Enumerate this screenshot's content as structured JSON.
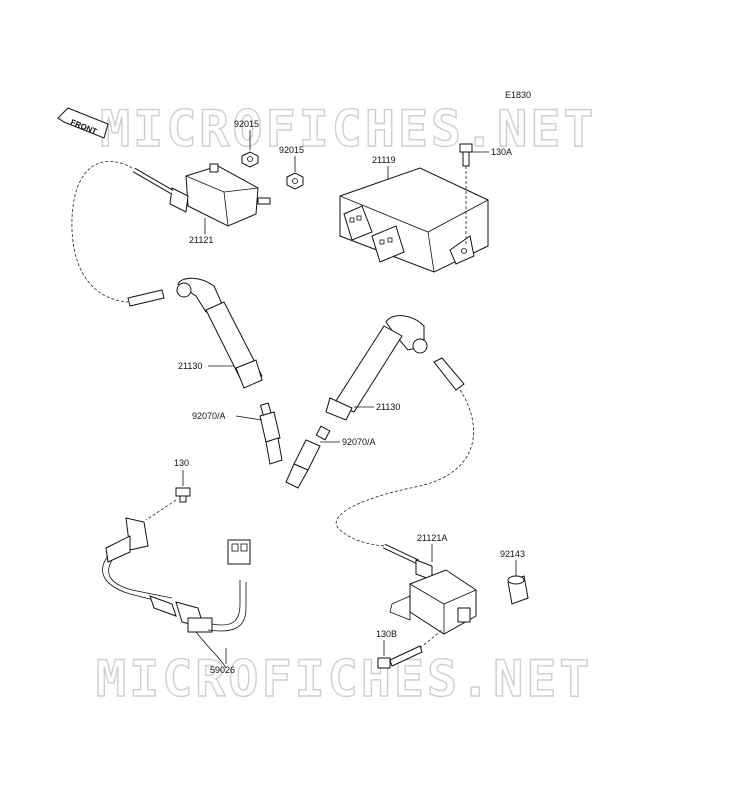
{
  "diagram_code": "E1830",
  "watermark": "MICROFICHES.NET",
  "front_label": "FRONT",
  "parts": {
    "nut_a": "92015",
    "nut_b": "92015",
    "ecu": "21119",
    "bolt_ecu": "130A",
    "coil_front": "21121",
    "cap_front": "21130",
    "cap_rear": "21130",
    "plug_front": "92070/A",
    "plug_rear": "92070/A",
    "bolt_harness": "130",
    "coil_rear": "21121A",
    "collar": "92143",
    "bolt_coil": "130B",
    "harness": "59026"
  }
}
